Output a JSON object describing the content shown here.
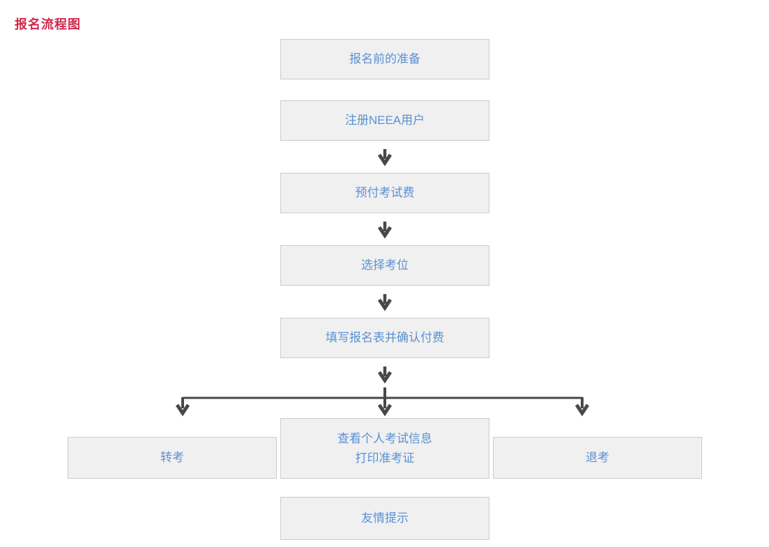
{
  "title": {
    "text": "报名流程图"
  },
  "colors": {
    "title_red": "#d1284b",
    "box_background": "#f0f0f0",
    "box_border": "#cccccc",
    "box_text_blue": "#5a91d5",
    "arrow_dark": "#46484c",
    "page_background": "#ffffff"
  },
  "flow": {
    "steps": [
      {
        "label": "报名前的准备"
      },
      {
        "label": "注册NEEA用户"
      },
      {
        "label": "预付考试费"
      },
      {
        "label": "选择考位"
      },
      {
        "label": "填写报名表并确认付费"
      }
    ],
    "branches": {
      "left": {
        "label": "转考"
      },
      "center": {
        "lines": [
          "查看个人考试信息",
          "打印准考证"
        ]
      },
      "right": {
        "label": "退考"
      }
    },
    "footer": {
      "label": "友情提示"
    }
  }
}
